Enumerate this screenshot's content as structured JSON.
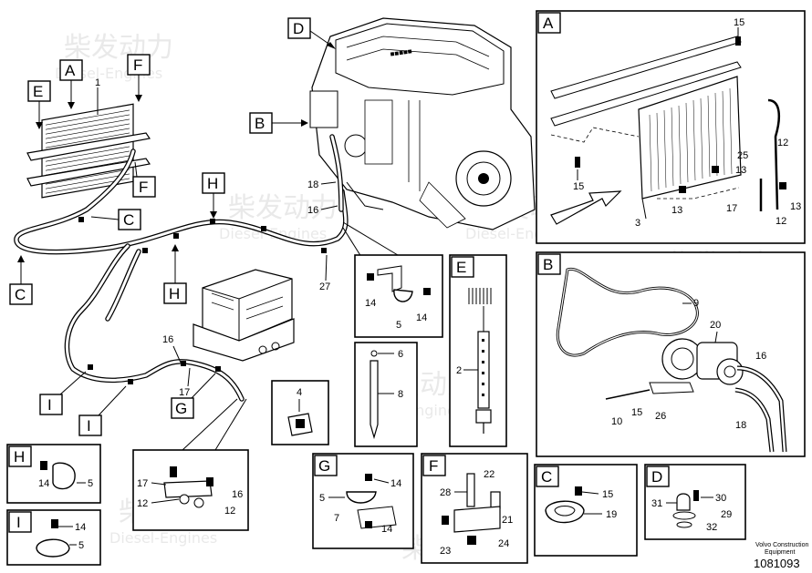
{
  "watermark": {
    "brand_cn": "柴发动力",
    "brand_en": "Diesel-Engines"
  },
  "tags": {
    "A": "A",
    "B": "B",
    "C": "C",
    "D": "D",
    "E": "E",
    "F": "F",
    "G": "G",
    "H": "H",
    "I": "I"
  },
  "callouts": {
    "n1": "1",
    "n2": "2",
    "n3": "3",
    "n4": "4",
    "n5": "5",
    "n6": "6",
    "n7": "7",
    "n8": "8",
    "n9": "9",
    "n10": "10",
    "n12": "12",
    "n13": "13",
    "n14": "14",
    "n15": "15",
    "n16": "16",
    "n17": "17",
    "n18": "18",
    "n19": "19",
    "n20": "20",
    "n21": "21",
    "n22": "22",
    "n23": "23",
    "n24": "24",
    "n25": "25",
    "n26": "26",
    "n27": "27",
    "n28": "28",
    "n29": "29",
    "n30": "30",
    "n31": "31",
    "n32": "32"
  },
  "footer": {
    "brand_line1": "Volvo Construction",
    "brand_line2": "Equipment",
    "drawing_number": "1081093"
  }
}
